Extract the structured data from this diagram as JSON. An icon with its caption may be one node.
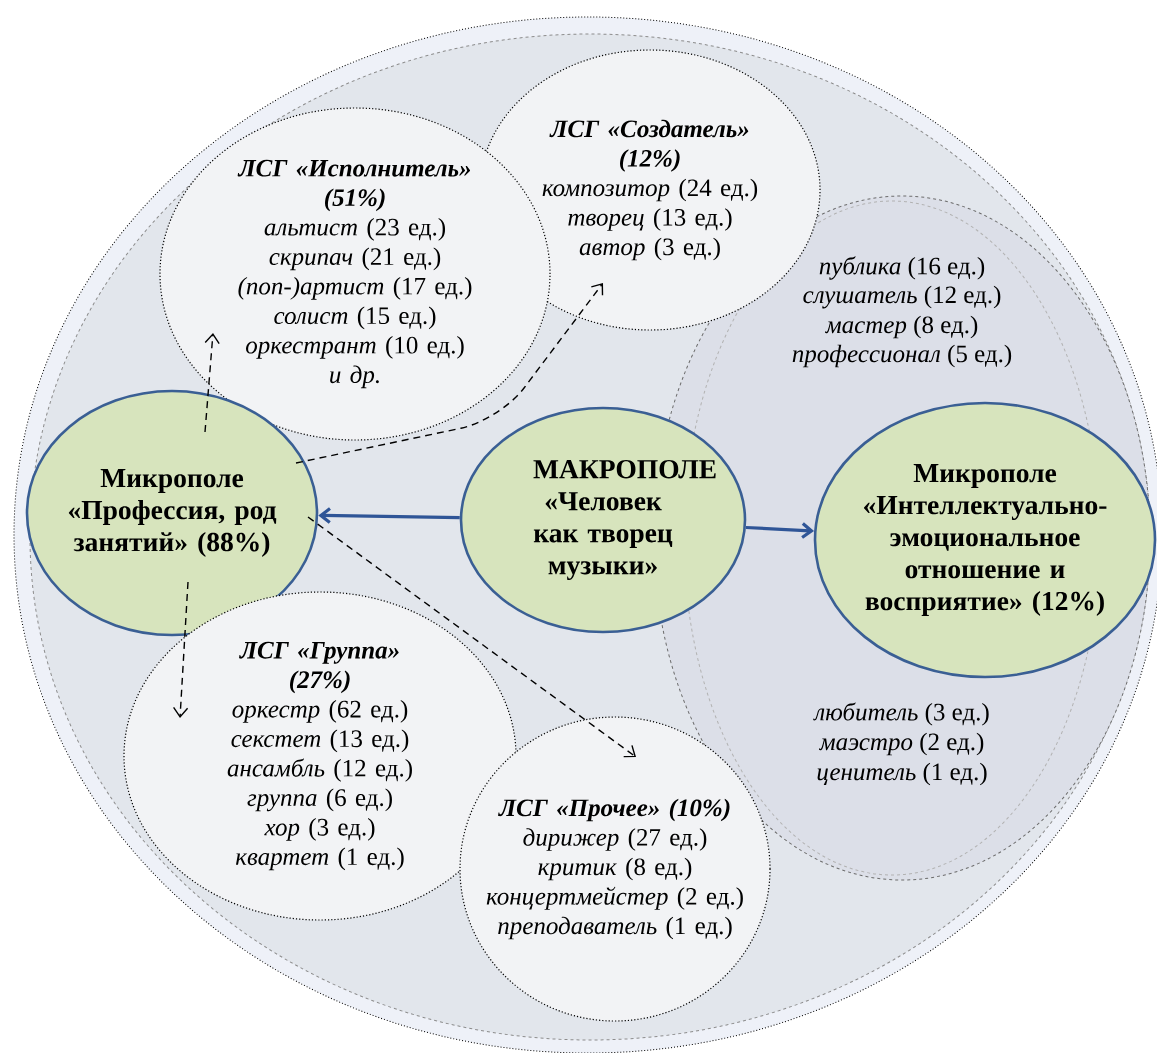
{
  "diagram": {
    "nodes": [
      {
        "text": [
          "ЛСГ «Создатель» (12%)",
          "*композитор* (24 ед.)",
          "*творец* (13 ед.)",
          "*автор* (3 ед.)"
        ]
      },
      {
        "text": [
          "ЛСГ «Исполнитель» (51%)",
          "*альтист* (23 ед.)",
          "*скрипач* (21 ед.)",
          "*(поп-)артист* (17 ед.)",
          "*солист* (15 ед.)",
          "*оркестрант* (10 ед.)",
          "*и др.*"
        ]
      },
      {
        "text": [
          "*публика* (16 ед.)",
          "*слушатель* (12 ед.)",
          "*мастер* (8 ед.)",
          "*профессионал* (5 ед.)",
          "*любитель* (3 ед.)",
          "*маэстро* (2 ед.)",
          "*ценитель* (1 ед.)"
        ]
      },
      {
        "text": [
          "Микрополе",
          "«Профессия, род занятий» (88%)"
        ]
      },
      {
        "text": [
          "МАКРОПОЛЕ",
          "«Человек как творец музыки»"
        ]
      },
      {
        "text": [
          "Микрополе",
          "«Интеллектуально-эмоциональное отношение и восприятие» (12%)"
        ],
        "in": 2
      },
      {
        "text": [
          "ЛСГ «Группа» (27%)",
          "*оркестр* (62 ед.)",
          "*секстет* (13 ед.)",
          "*ансамбль* (12 ед.)",
          "*группа* (6 ед.)",
          "*хор* (3 ед.)",
          "*квартет* (1 ед.)"
        ]
      },
      {
        "text": [
          "ЛСГ «Прочее» (10%)",
          "*дирижер* (27 ед.)",
          "*критик* (8 ед.)",
          "*концертмейстер* (2 ед.)",
          "*преподаватель* (1 ед.)"
        ]
      }
    ],
    "edges": [
      {
        "from": 4,
        "to": 3,
        "arrow": "to",
        "style": "thick",
        "color": "#2f5597"
      },
      {
        "from": 4,
        "to": 5,
        "arrow": "to",
        "style": "thick",
        "color": "#2f5597"
      },
      {
        "from": 3,
        "to": 1,
        "arrow": "to",
        "style": "dashed"
      },
      {
        "from": 3,
        "to": 0,
        "arrow": "to",
        "style": "dashed"
      },
      {
        "from": 3,
        "to": 6,
        "arrow": "to",
        "style": "dashed"
      },
      {
        "from": 3,
        "to": 7,
        "arrow": "to",
        "style": "dashed"
      }
    ]
  }
}
